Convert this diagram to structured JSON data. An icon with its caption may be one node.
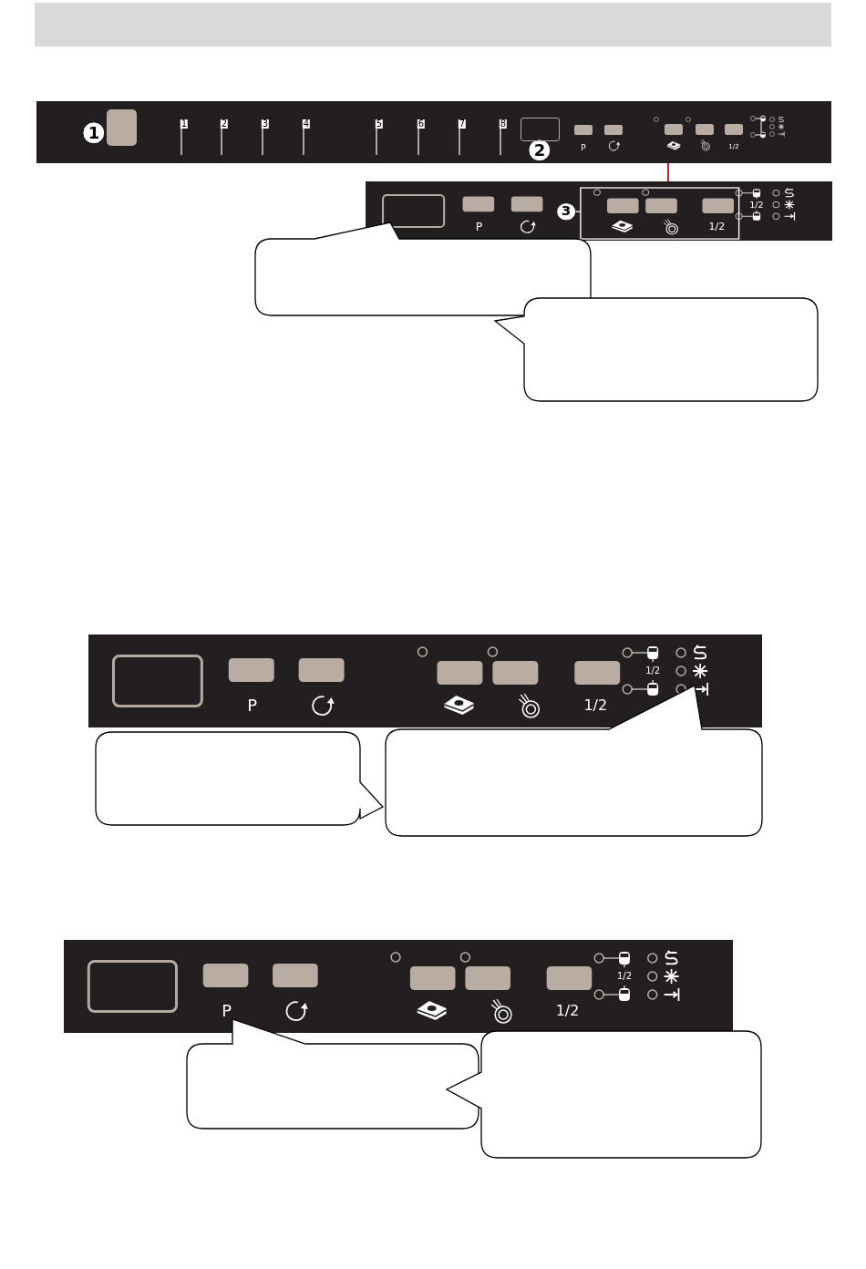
{
  "diagram": {
    "nodes": [
      {
        "text": [
          "1",
          "1",
          "2",
          "3",
          "4",
          "5",
          "6",
          "7",
          "8",
          "2",
          "P",
          "1/2"
        ]
      },
      {
        "text": [],
        "shape": "box",
        "in": 0
      },
      {
        "text": [
          "P",
          "3",
          "1/2",
          "1/2"
        ]
      },
      {
        "text": [],
        "shape": "box",
        "in": 2
      },
      {
        "text": [],
        "shape": "callout"
      },
      {
        "text": [],
        "shape": "callout"
      },
      {
        "text": [
          "P",
          "1/2",
          "1/2"
        ]
      },
      {
        "text": [],
        "shape": "box",
        "in": 6
      },
      {
        "text": [],
        "shape": "callout"
      },
      {
        "text": [],
        "shape": "callout"
      },
      {
        "text": [
          "P",
          "1/2",
          "1/2"
        ]
      },
      {
        "text": [],
        "shape": "box",
        "in": 10
      },
      {
        "text": [],
        "shape": "callout"
      },
      {
        "text": [],
        "shape": "callout"
      }
    ],
    "edges": [
      {
        "from": 0,
        "to": 2,
        "arrow": "none",
        "color": "#d8202a"
      }
    ]
  }
}
